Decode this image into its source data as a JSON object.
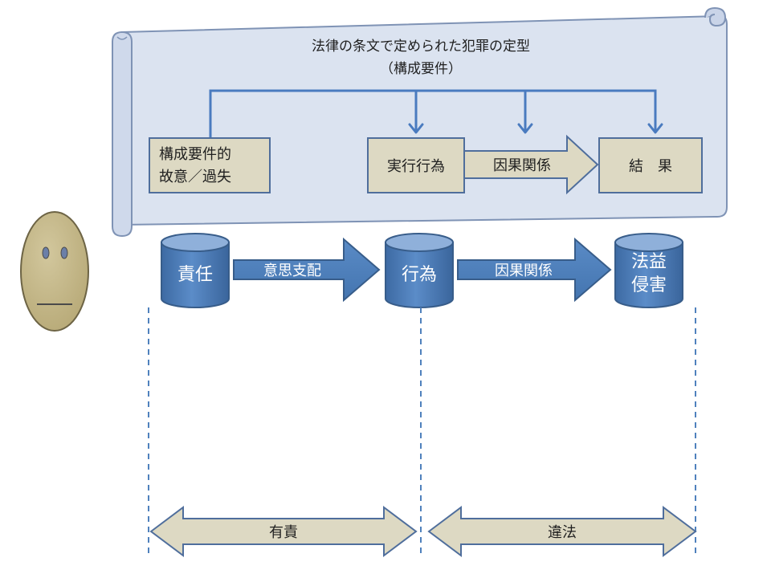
{
  "scroll": {
    "title_line1": "法律の条文で定められた犯罪の定型",
    "title_line2": "（構成要件）",
    "box_intent_line1": "構成要件的",
    "box_intent_line2": "故意／過失",
    "box_act": "実行行為",
    "arrow_causation": "因果関係",
    "box_result": "結　果"
  },
  "flow": {
    "responsibility": "責任",
    "arrow_will": "意思支配",
    "act": "行為",
    "arrow_causation": "因果関係",
    "harm_line1": "法益",
    "harm_line2": "侵害"
  },
  "bottom": {
    "culpability": "有責",
    "illegality": "違法"
  },
  "colors": {
    "scroll_fill": "#dbe3f0",
    "scroll_stroke": "#7f93b5",
    "tan_fill": "#ddd9c3",
    "blue_fill": "#4f81bd",
    "blue_dark": "#385d8a",
    "face_fill": "#c4b78a"
  }
}
